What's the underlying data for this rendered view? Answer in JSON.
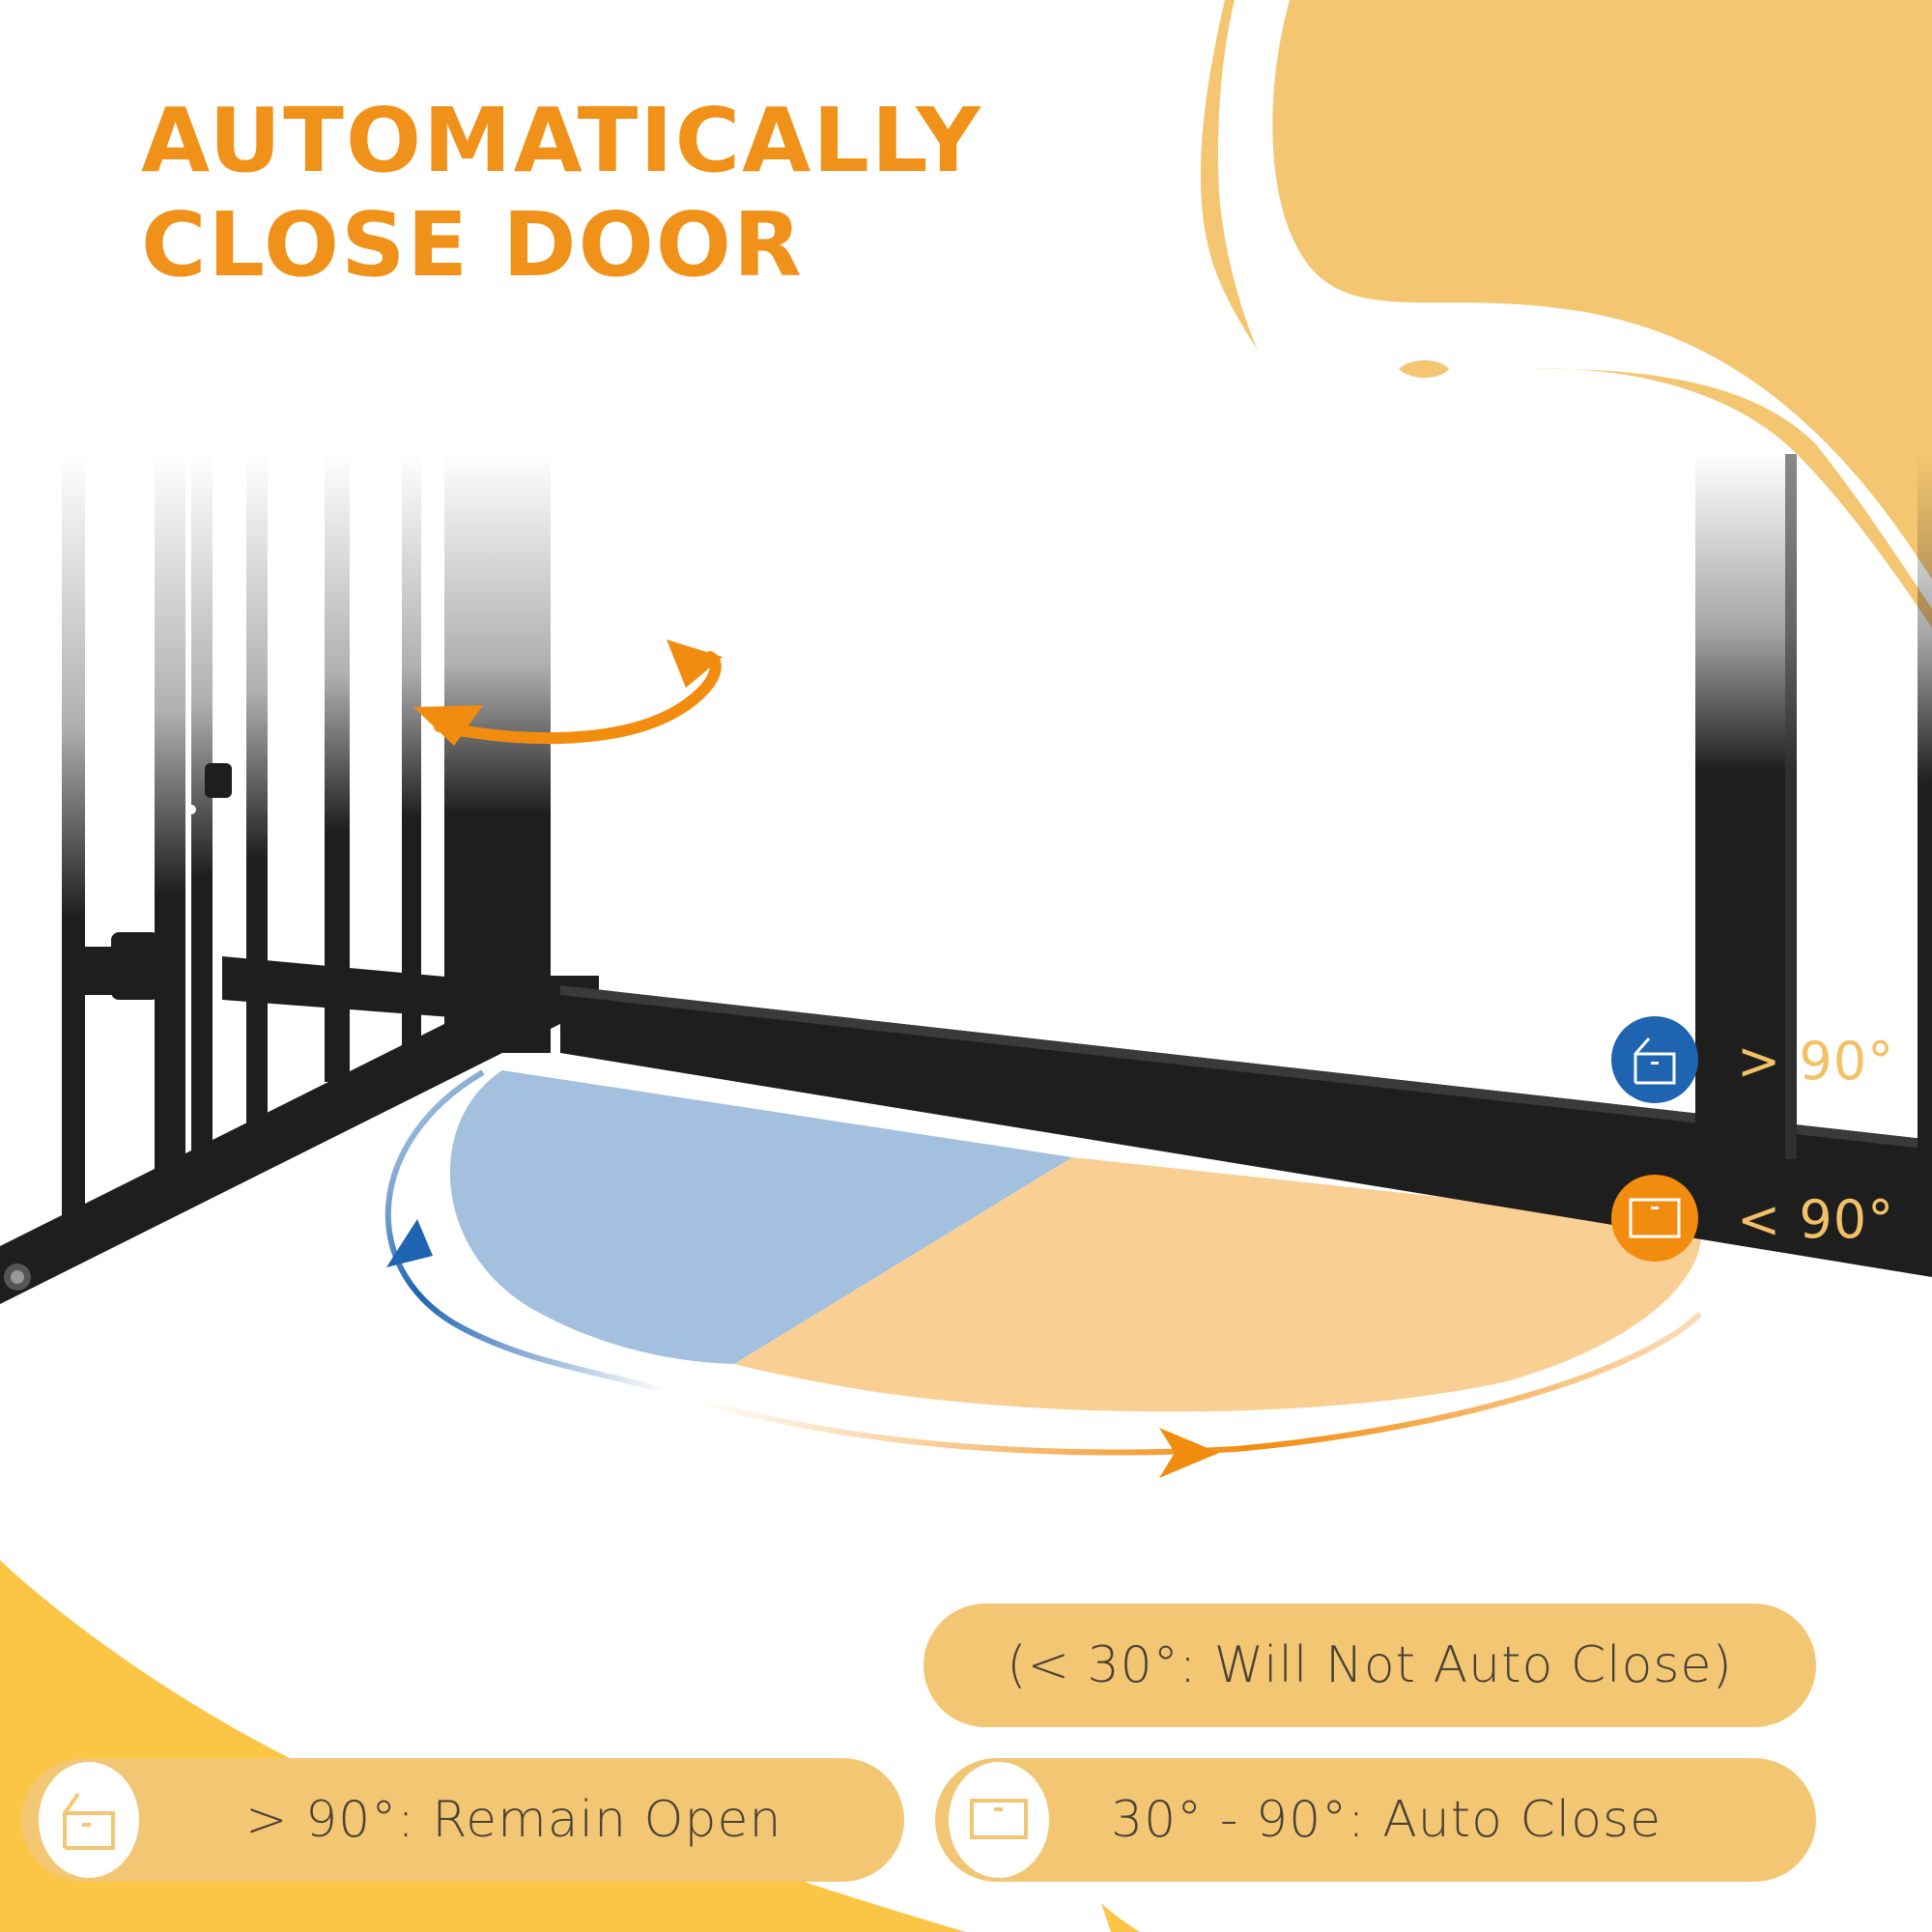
{
  "headline": {
    "line1": "AUTOMATICALLY",
    "line2": "CLOSE DOOR"
  },
  "angle_indicators": [
    {
      "icon": "door-open-icon",
      "label": "> 90°",
      "color": "#1f64b0"
    },
    {
      "icon": "door-closed-icon",
      "label": "< 90°",
      "color": "#f28c0f"
    }
  ],
  "legend": {
    "remain_open": {
      "icon": "door-open-icon",
      "text": "> 90°: Remain Open"
    },
    "no_auto_close": {
      "text": "(< 30°: Will Not Auto Close)"
    },
    "auto_close": {
      "icon": "door-closed-icon",
      "text": "30° - 90°: Auto Close"
    }
  },
  "swing_zones": {
    "open_zone_color": "#a3c0de",
    "close_zone_color": "#f9cf94",
    "open_arrow_color": "#1f64b0",
    "close_arrow_color": "#f28c0f"
  },
  "colors": {
    "accent_orange": "#f0921a",
    "blob_yellow": "#f4c671",
    "blob_deep_yellow": "#fbc646",
    "gate_black": "#1e1e1e",
    "pill_fill": "#f3c673",
    "pill_text": "#4a4336"
  }
}
